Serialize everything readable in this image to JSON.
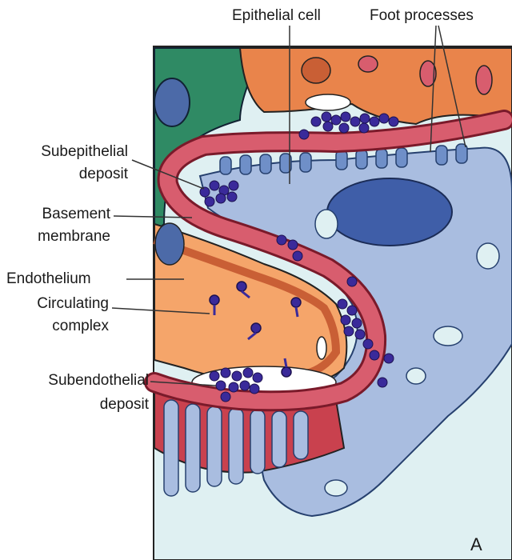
{
  "labels": {
    "epithelial_cell": "Epithelial cell",
    "foot_processes": "Foot processes",
    "subepithelial_line1": "Subepithelial",
    "subepithelial_line2": "deposit",
    "basement_line1": "Basement",
    "basement_line2": "membrane",
    "endothelium": "Endothelium",
    "circulating_line1": "Circulating",
    "circulating_line2": "complex",
    "subendothelial_line1": "Subendothelial",
    "subendothelial_line2": "deposit"
  },
  "panel_letter": "A",
  "colors": {
    "background_fluid": "#dff0f2",
    "epithelial_cytoplasm": "#a9bde0",
    "epithelial_nucleus": "#3f5ea8",
    "basement_membrane": "#d85d6e",
    "membrane_outline": "#7a1a2a",
    "endothelial_cell": "#e9844b",
    "capillary_lumen": "#f5a56a",
    "mesangial_green": "#2f8a64",
    "immune_complex": "#3a2a9a"
  }
}
